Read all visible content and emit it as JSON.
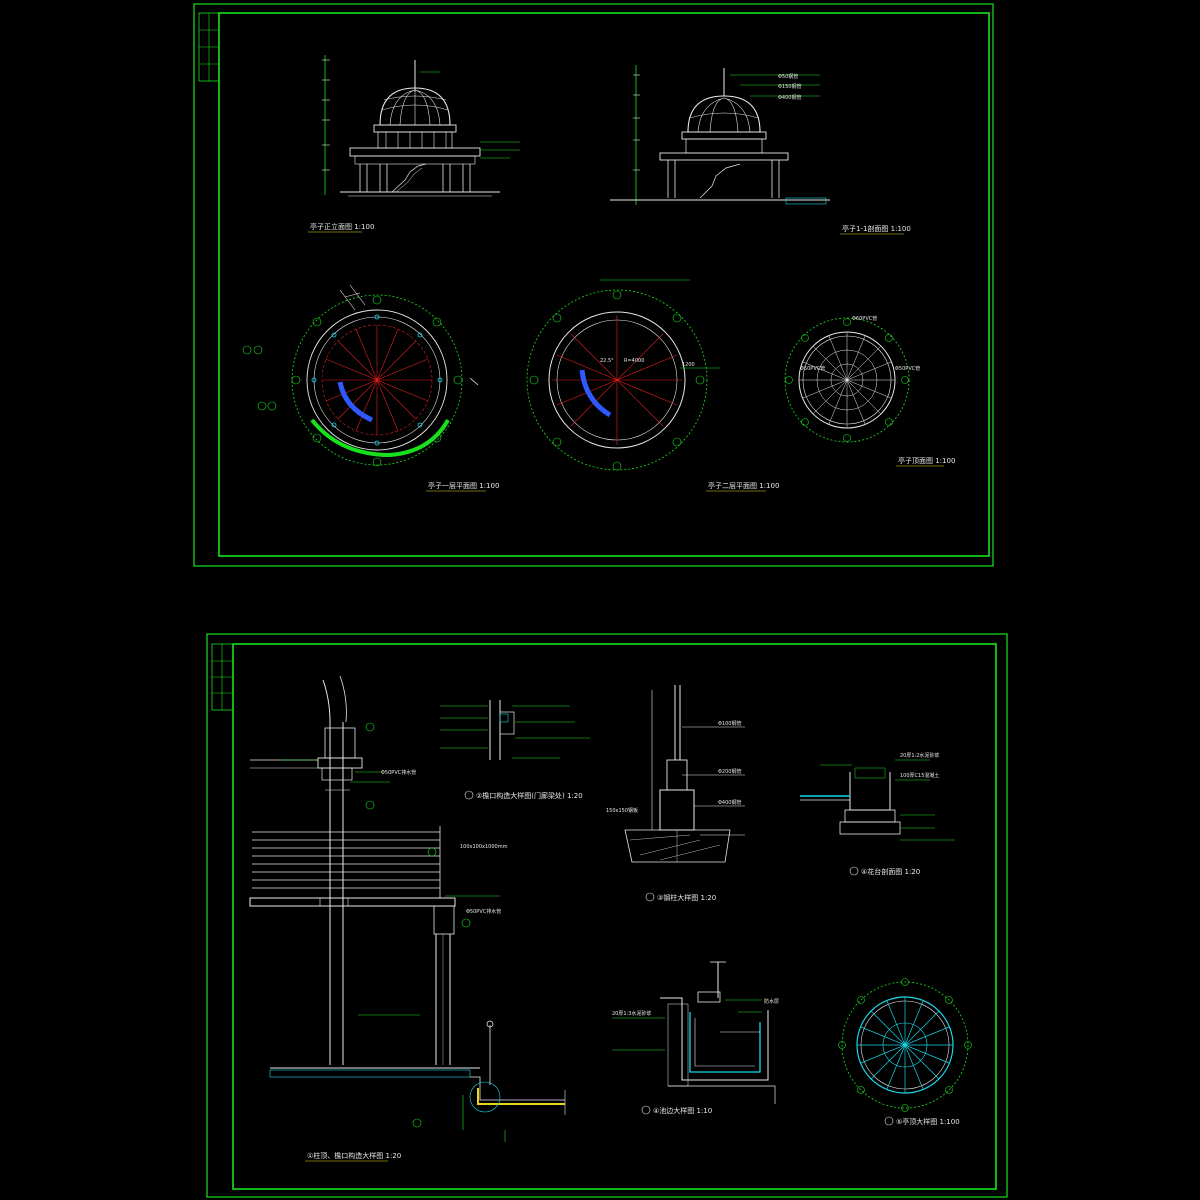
{
  "colors": {
    "background": "#000000",
    "frame": "#18e21e",
    "linework": "#e8e8e8",
    "axis": "#e02020",
    "detail_cyan": "#19d6e8",
    "detail_blue": "#2f58ff",
    "caption_underline": "#e8d81c"
  },
  "sheet_1": {
    "captions": {
      "front_elevation": "亭子正立面图 1:100",
      "section_1_1": "亭子1-1剖面图 1:100",
      "plan_floor_1": "亭子一层平面图 1:100",
      "plan_floor_2": "亭子二层平面图 1:100",
      "roof_plan": "亭子顶面图 1:100"
    },
    "annotations": {
      "dia_50": "Φ50钢管",
      "dia_150": "Φ150钢管",
      "dia_400": "Φ400钢管",
      "pvc_top": "Φ60PVC管",
      "pvc_left": "Φ50PVC管",
      "pvc_right": "Φ50PVC管",
      "dim_1200": "1200",
      "angle": "22.5°",
      "radius_r": "R=4000"
    }
  },
  "sheet_2": {
    "captions": {
      "detail_1": "①柱顶、檐口构造大样图 1:20",
      "detail_2": "②檐口构造大样图(门廊梁处) 1:20",
      "detail_3": "③钢柱大样图 1:20",
      "detail_4": "④花台剖面图 1:20",
      "detail_5": "④池边大样图 1:10",
      "detail_6": "⑤亭顶大样图 1:100"
    },
    "annotations": {
      "pvc_1": "Φ50PVC排水管",
      "pvc_2": "Φ50PVC排水管",
      "wall_note": "100x100x1000mm",
      "pipe_100": "Φ100钢管",
      "pipe_200": "Φ200钢管",
      "pipe_400": "Φ400钢管",
      "base_150": "150x150钢板",
      "layer_20": "20厚1:2水泥砂浆",
      "layer_100": "100厚C15混凝土",
      "mortar": "20厚1:3水泥砂浆",
      "waterproof": "防水层"
    }
  }
}
